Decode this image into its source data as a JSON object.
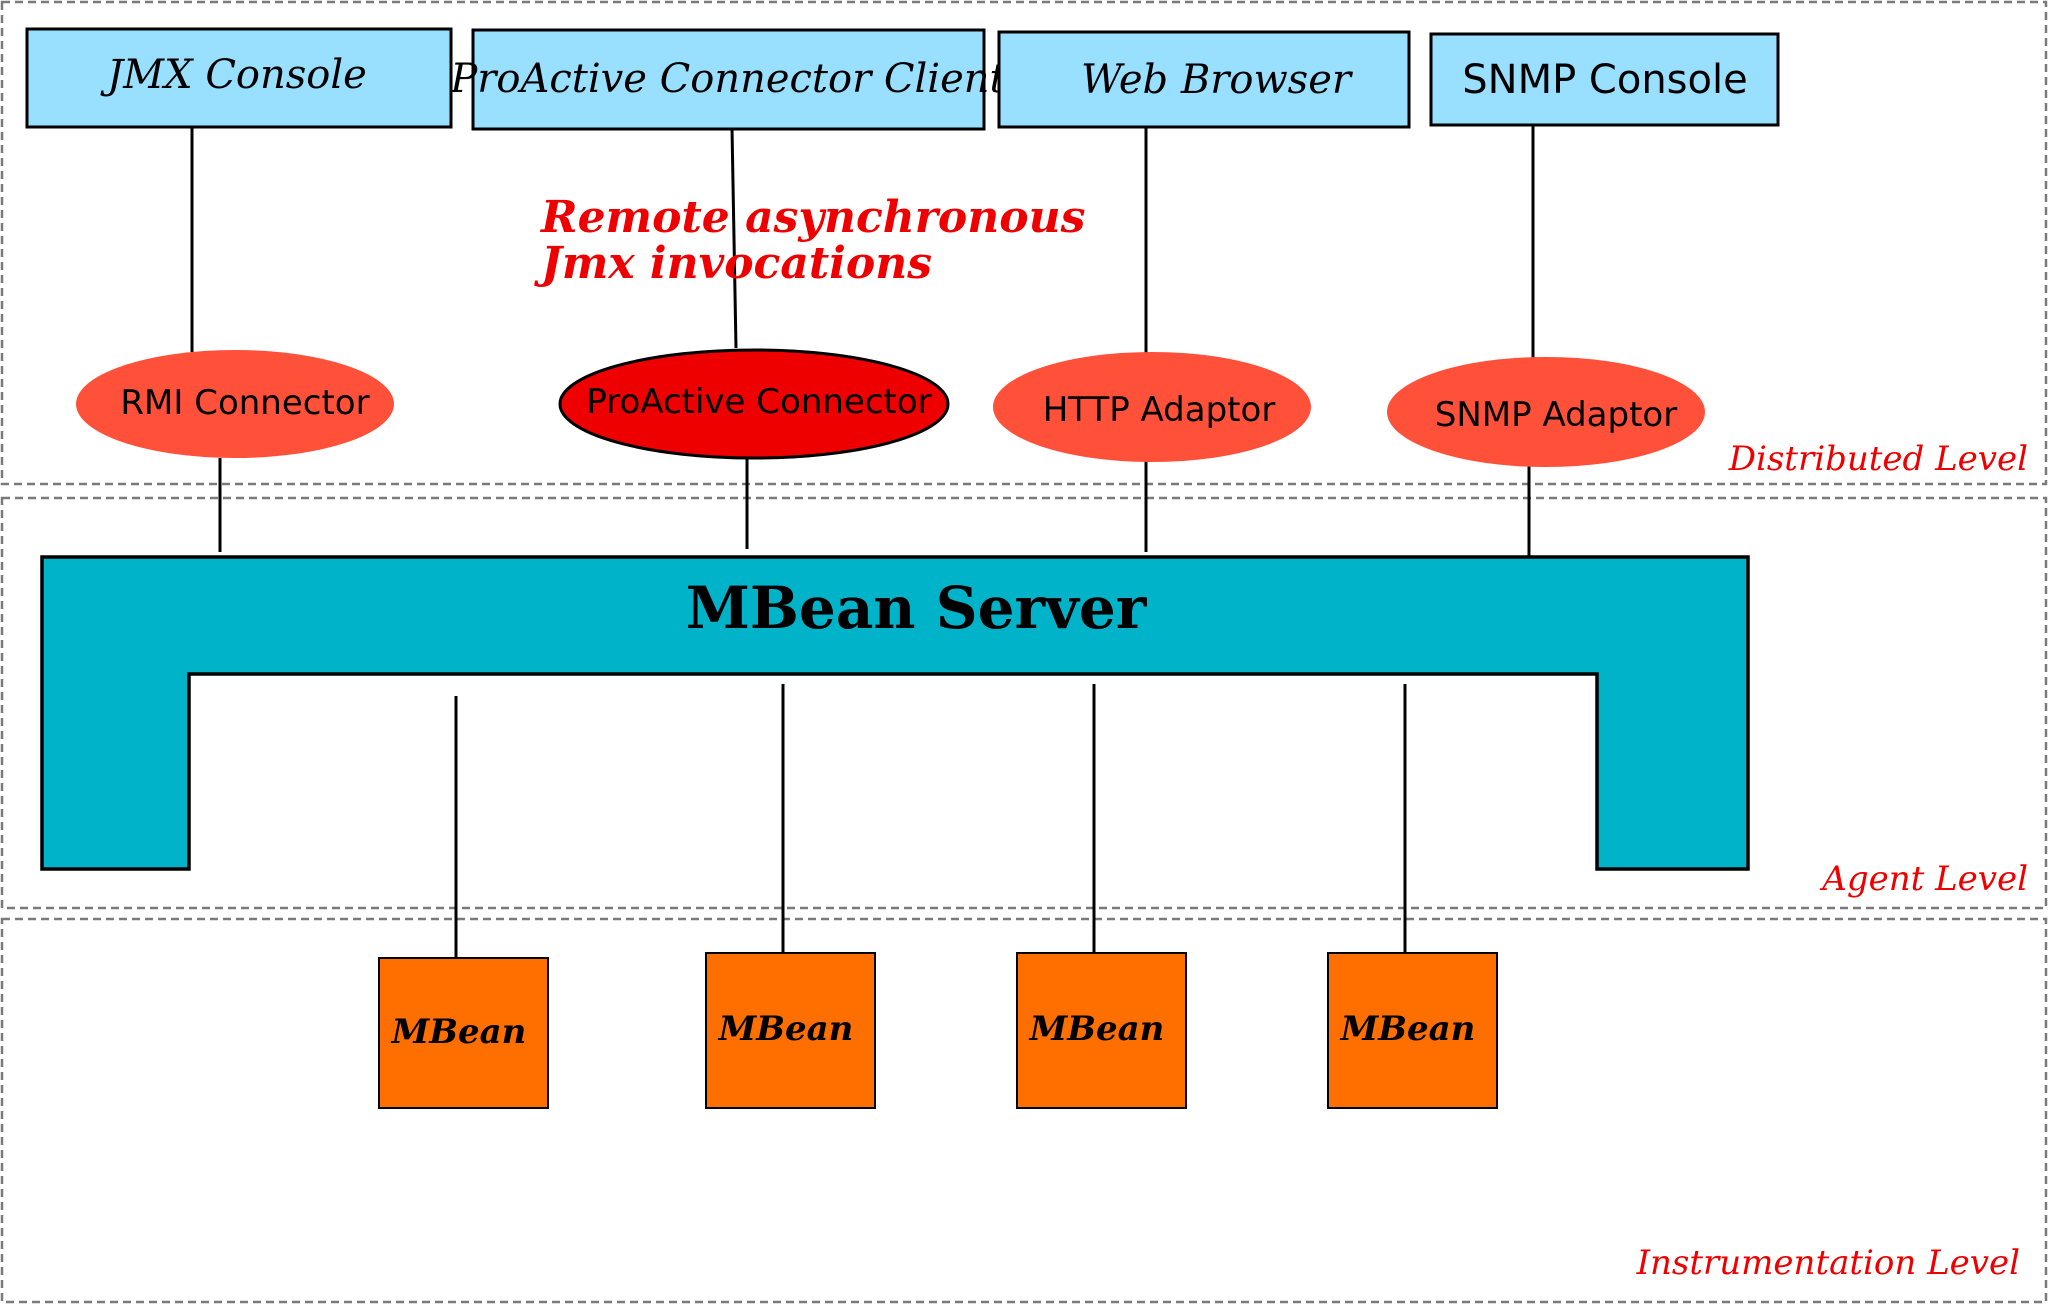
{
  "colors": {
    "client_fill": "#99dfff",
    "adaptor_fill": "#ff503a",
    "proactive_fill": "#ee0000",
    "server_fill": "#00b3c9",
    "mbean_fill": "#ff6f00",
    "level_label": "#ee0000"
  },
  "levels": {
    "distributed": "Distributed Level",
    "agent": "Agent Level",
    "instrumentation": "Instrumentation Level"
  },
  "clients": {
    "jmx_console": "JMX Console",
    "proactive_client": "ProActive Connector Client",
    "web_browser": "Web Browser",
    "snmp_console": "SNMP Console"
  },
  "connectors": {
    "rmi": "RMI Connector",
    "proactive": "ProActive Connector",
    "http": "HTTP Adaptor",
    "snmp": "SNMP Adaptor"
  },
  "annotation": {
    "line1": "Remote asynchronous",
    "line2": "Jmx invocations"
  },
  "server": {
    "label": "MBean Server"
  },
  "mbeans": [
    "MBean",
    "MBean",
    "MBean",
    "MBean"
  ]
}
